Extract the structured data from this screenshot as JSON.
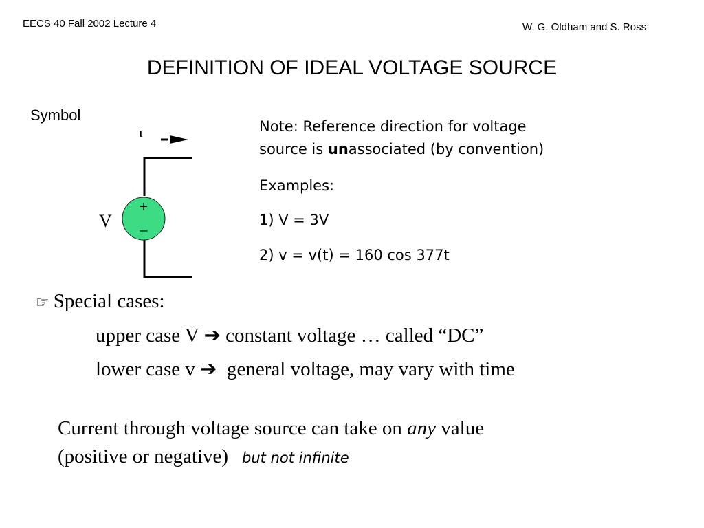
{
  "header": {
    "left": "EECS 40  Fall 2002   Lecture 4",
    "right": "W. G. Oldham and S. Ross"
  },
  "title": "DEFINITION OF IDEAL VOLTAGE SOURCE",
  "symbol_label": "Symbol",
  "diagram": {
    "current_label": "ι",
    "voltage_label": "V",
    "plus": "+",
    "minus": "–",
    "source_fill": "#3ddc84"
  },
  "note": {
    "line1": "Note: Reference direction for voltage",
    "line2_pre": "source is ",
    "line2_bold": "un",
    "line2_post": "associated (by convention)",
    "examples": "Examples:",
    "ex1": "1) V = 3V",
    "ex2": "2) v = v(t) = 160 cos 377t"
  },
  "special": {
    "icon": "☞",
    "heading": "Special cases:",
    "upper_pre": "upper case V",
    "upper_post": "constant voltage … called “DC”",
    "lower_pre": "lower case v",
    "lower_post": "general voltage, may vary with time",
    "arrow": "➔"
  },
  "current_note": {
    "line1_pre": "Current through voltage source can take on ",
    "line1_em": "any",
    "line1_post": " value",
    "line2": "(positive or negative)",
    "line2_note": "but not infinite"
  }
}
